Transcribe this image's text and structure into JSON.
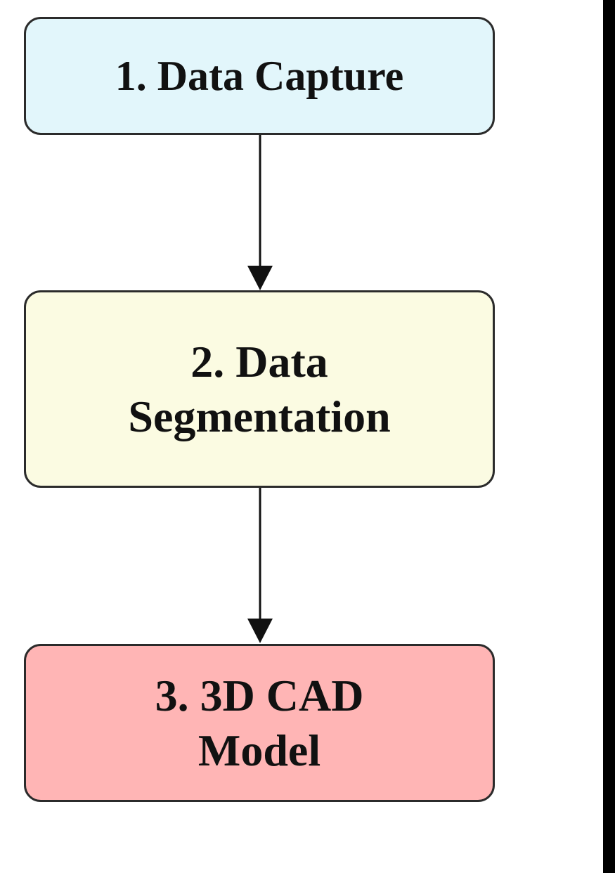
{
  "diagram": {
    "steps": [
      {
        "label": "1. Data Capture",
        "color": "#e2f6fb"
      },
      {
        "label": "2.  Data\nSegmentation",
        "color": "#fbfbe2"
      },
      {
        "label": "3.  3D CAD\nModel",
        "color": "#ffb5b5"
      }
    ],
    "border_color": "#2b2b2b",
    "arrow_color": "#111111"
  }
}
